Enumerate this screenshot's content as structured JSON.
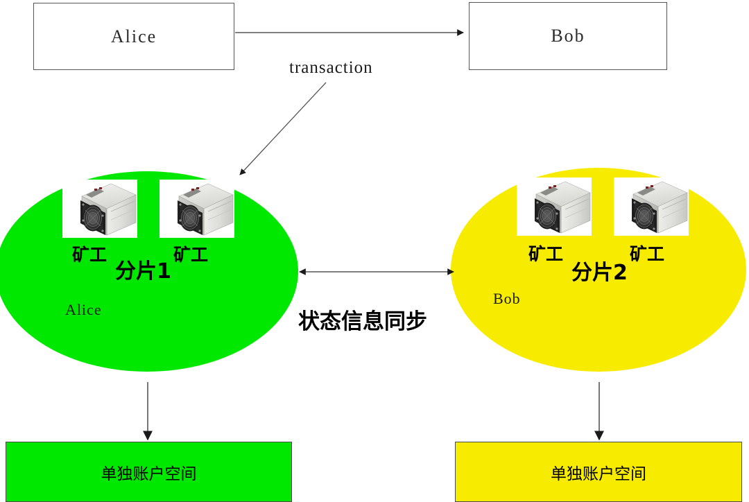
{
  "diagram": {
    "title_actors": {
      "alice": "Alice",
      "bob": "Bob"
    },
    "edges": {
      "transaction_label": "transaction",
      "sync_label": "状态信息同步"
    },
    "shards": [
      {
        "id": "shard-1",
        "name": "分片1",
        "owner": "Alice",
        "color": "#00e800",
        "miners": [
          {
            "label": "矿工",
            "icon": "asic-miner-icon"
          },
          {
            "label": "矿工",
            "icon": "asic-miner-icon"
          }
        ],
        "account_space": "单独账户空间",
        "account_space_color": "#00e800"
      },
      {
        "id": "shard-2",
        "name": "分片2",
        "owner": "Bob",
        "color": "#f7ec00",
        "miners": [
          {
            "label": "矿工",
            "icon": "asic-miner-icon"
          },
          {
            "label": "矿工",
            "icon": "asic-miner-icon"
          }
        ],
        "account_space": "单独账户空间",
        "account_space_color": "#f7ec00"
      }
    ],
    "colors": {
      "green": "#00e800",
      "yellow": "#f7ec00",
      "line": "#555555",
      "text": "#1a1a1a"
    }
  }
}
